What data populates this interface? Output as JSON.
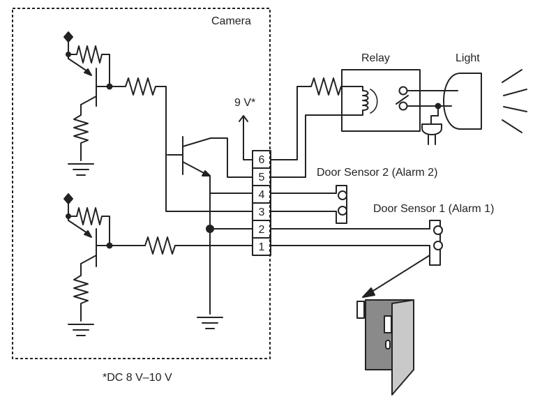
{
  "camera_label": "Camera",
  "relay_label": "Relay",
  "light_label": "Light",
  "voltage_label": "9 V*",
  "voltage_footnote": "*DC 8 V–10 V",
  "door_sensor_2_label": "Door Sensor 2 (Alarm 2)",
  "door_sensor_1_label": "Door Sensor 1 (Alarm 1)",
  "terminals": [
    "6",
    "5",
    "4",
    "3",
    "2",
    "1"
  ],
  "colors": {
    "line": "#222222",
    "door_front": "#8a8a8a",
    "door_side": "#c9c9c9"
  }
}
